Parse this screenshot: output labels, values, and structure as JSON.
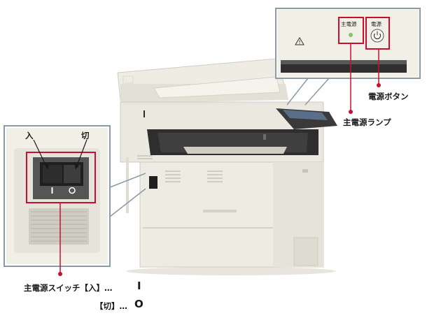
{
  "labels": {
    "inset_on_mark": "入",
    "inset_off_mark": "切",
    "main_power_label": "主電源",
    "power_label": "電源",
    "power_button_caption": "電源ボタン",
    "main_lamp_caption": "主電源ランプ",
    "switch_caption_line1": "主電源スイッチ【入】…",
    "switch_caption_line2": "【切】…",
    "switch_on_symbol": "I",
    "switch_off_symbol": "O"
  },
  "icons": {
    "warning": "warning-triangle-icon",
    "power": "power-icon"
  },
  "colors": {
    "callout_red": "#c8102e",
    "lamp_green": "#86c36a",
    "panel_bg": "#f1efe6",
    "body": "#ece9e0"
  }
}
